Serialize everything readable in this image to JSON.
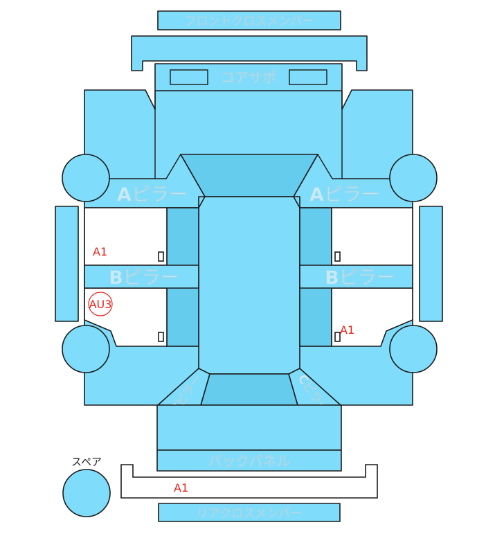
{
  "parts": {
    "front_cross_member": "フロントクロスメンバー",
    "core_support": "コアサポ",
    "a_pillar_left": "Aピラー",
    "a_pillar_right": "Aピラー",
    "b_pillar_left": "Bピラー",
    "b_pillar_right": "Bピラー",
    "c_pillar_left": "Cピラー",
    "c_pillar_right": "Cピラー",
    "back_panel": "バックパネル",
    "rear_cross_member": "リアクロスメンバー",
    "spare": "スペア"
  },
  "damage_marks": [
    {
      "code": "A1",
      "location": "left-front-door"
    },
    {
      "code": "AU3",
      "location": "left-rear-door"
    },
    {
      "code": "A1",
      "location": "right-rear-door"
    },
    {
      "code": "A1",
      "location": "rear-bumper"
    }
  ],
  "colors": {
    "panel": "#7fdcfa",
    "panel_dark": "#66ccee",
    "mark": "#e8231a",
    "outline": "#1b1b1b"
  }
}
